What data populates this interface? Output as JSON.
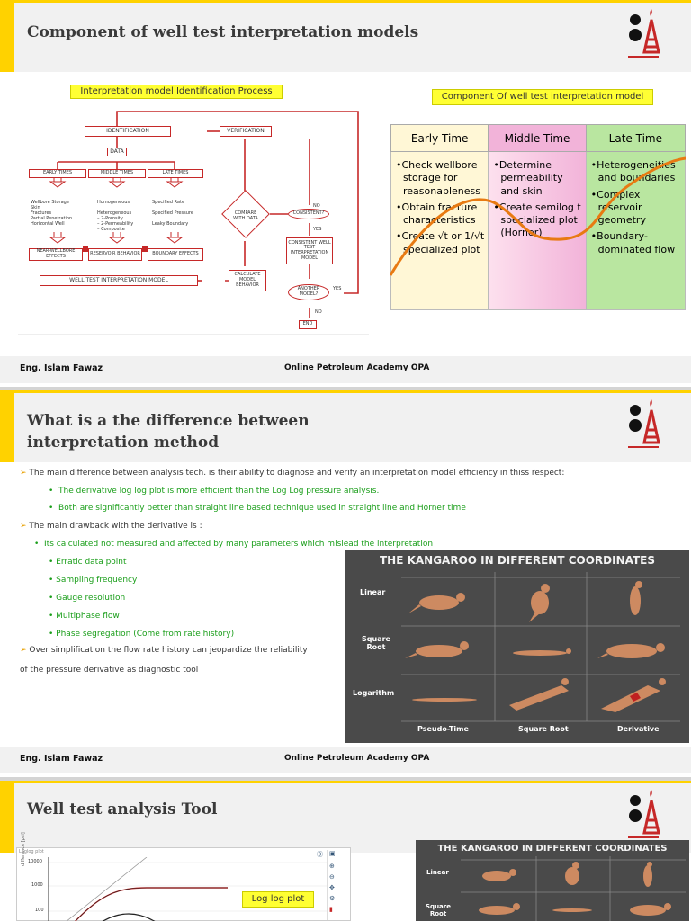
{
  "slide1": {
    "title": "Component of well test interpretation models",
    "flow_title": "Interpretation model Identification Process",
    "identification": "IDENTIFICATION",
    "verification": "VERIFICATION",
    "data": "DATA",
    "early_times": "EARLY TIMES",
    "middle_times": "MIDDLE TIMES",
    "late_times": "LATE TIMES",
    "early_list": "Wellbore Storage\nSkin\nFractures\nPartial Penetration\nHorizontal Well",
    "middle_list": "Homogeneous\n\nHeterogeneous\n– 2-Porosity\n– 2-Permeability\n– Composite",
    "late_list": "Specified Rate\n\nSpecified Pressure\n\nLeaky Boundary",
    "near_effects": "NEAR-WELLBORE EFFECTS",
    "reservoir_behavior": "RESERVOIR BEHAVIOR",
    "boundary_effects": "BOUNDARY EFFECTS",
    "wtim": "WELL TEST INTERPRETATION MODEL",
    "compare": "COMPARE WITH DATA",
    "calculate": "CALCULATE MODEL BEHAVIOR",
    "consistent_q": "CONSISTENT?",
    "no1": "NO",
    "yes1": "YES",
    "consistent_model": "CONSISTENT WELL TEST INTERPRETATION MODEL",
    "another": "ANOTHER MODEL?",
    "yes2": "YES",
    "no2": "NO",
    "end": "END",
    "comp_title": "Component Of well test interpretation model",
    "col_early": "Early Time",
    "col_middle": "Middle Time",
    "col_late": "Late Time",
    "early_items": [
      "Check wellbore storage for reasonableness",
      "Obtain fracture characteristics",
      "Create √t or 1/√t specialized plot"
    ],
    "middle_items": [
      "Determine permeability and skin",
      "Create semilog t specialized plot (Horner)"
    ],
    "late_items": [
      "Heterogeneities and boundaries",
      "Complex reservoir geometry",
      "Boundary-dominated flow"
    ],
    "footer_name": "Eng. Islam Fawaz",
    "footer_org": "Online Petroleum Academy OPA"
  },
  "slide2": {
    "title": "What is a the difference between interpretation method",
    "b1": "The main difference between analysis tech. is their ability to diagnose and verify an interpretation model efficiency in thiss respect:",
    "b1a": "The derivative log log plot is more efficient than the Log Log pressure analysis.",
    "b1b": "Both are significantly better than straight line  based technique used in straight line and Horner time",
    "b2": "The main drawback with the derivative is :",
    "b2a": "Its calculated not measured and affected by many parameters which mislead the interpretation",
    "sub": [
      "Erratic data point",
      "Sampling frequency",
      "Gauge resolution",
      "Multiphase flow",
      "Phase segregation (Come from rate history)"
    ],
    "b3a": "Over simplification the flow rate history can jeopardize the reliability",
    "b3b": "of the pressure derivative as diagnostic tool .",
    "k_title": "THE KANGAROO IN DIFFERENT COORDINATES",
    "k_rows": [
      "Linear",
      "Square Root",
      "Logarithm"
    ],
    "k_cols": [
      "Pseudo-Time",
      "Square Root",
      "Derivative"
    ],
    "footer_name": "Eng. Islam Fawaz",
    "footer_org": "Online Petroleum Academy OPA"
  },
  "slide3": {
    "title": "Well test analysis Tool",
    "plot_title": "Loglog plot",
    "y_ticks": [
      "10000",
      "1000",
      "100"
    ],
    "y_axis": "difference [psi]",
    "callout": "Log log plot",
    "k_title": "THE KANGAROO IN DIFFERENT COORDINATES",
    "k_rows": [
      "Linear",
      "Square Root"
    ]
  },
  "colors": {
    "yellow": "#ffd200",
    "red": "#c62828",
    "green_text": "#1a9e1a",
    "early_bg": "#fff7d6",
    "middle_bg": "#f2b3d9",
    "late_bg": "#b9e6a0",
    "orange": "#e87a12",
    "kangaroo": "#cd8a61",
    "panel": "#4a4a4a"
  }
}
